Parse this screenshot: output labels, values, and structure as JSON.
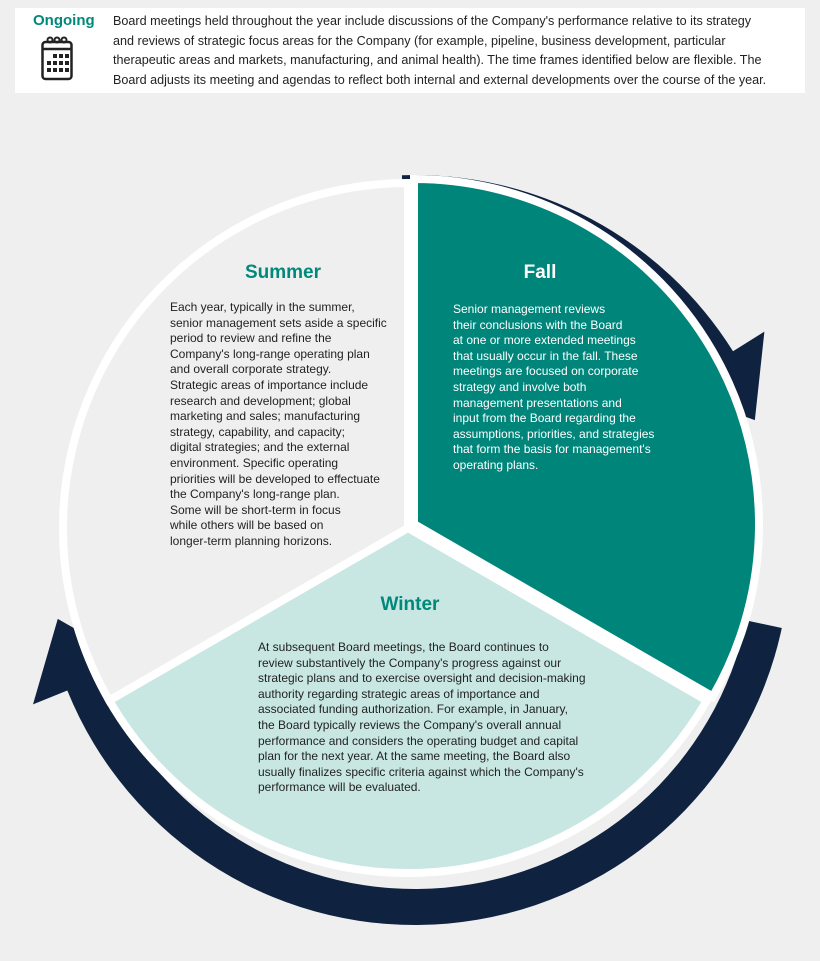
{
  "ongoing": {
    "label": "Ongoing",
    "icon": "calendar-icon",
    "lines": [
      "Board meetings held throughout the year include discussions of the Company's performance relative to its strategy",
      "and reviews of strategic focus areas for the Company (for example, pipeline, business development, particular",
      "therapeutic areas and markets, manufacturing, and animal health). The time frames identified below are flexible. The",
      "Board adjusts its meeting and agendas to reflect both internal and external developments over the course of the year."
    ]
  },
  "colors": {
    "navy": "#0f2240",
    "teal": "#00857a",
    "light_teal": "#c8e7e3",
    "summer_bg": "#efefef",
    "accent_text": "#00897b"
  },
  "summer": {
    "title": "Summer",
    "lines": [
      "Each year, typically in the summer,",
      "senior management sets aside a specific",
      "period to review and refine the",
      "Company's long-range operating plan",
      "and overall corporate strategy.",
      "Strategic areas of importance include",
      "research and development; global",
      "marketing and sales; manufacturing",
      "strategy, capability, and capacity;",
      "digital strategies; and the external",
      "environment. Specific operating",
      "priorities will be developed to effectuate",
      "the Company's long-range plan.",
      "Some will be short-term in focus",
      "while others will be based on",
      "longer-term planning horizons."
    ]
  },
  "fall": {
    "title": "Fall",
    "lines": [
      "Senior management reviews",
      "their conclusions with the Board",
      "at one or more extended meetings",
      "that usually occur in the fall. These",
      "meetings are focused on corporate",
      "strategy and involve both",
      "management presentations and",
      "input from the Board regarding the",
      "assumptions, priorities, and strategies",
      "that form the basis for management's",
      "operating plans."
    ]
  },
  "winter": {
    "title": "Winter",
    "lines": [
      "At subsequent Board meetings, the Board continues to",
      "review substantively the Company's progress against our",
      "strategic plans and to exercise oversight and decision-making",
      "authority regarding strategic areas of importance and",
      "associated funding authorization. For example, in January,",
      "the Board typically reviews the Company's overall annual",
      "performance and considers the operating budget and capital",
      "plan for the next year. At the same meeting, the Board also",
      "usually finalizes specific criteria against which the Company's",
      "performance will be evaluated."
    ]
  }
}
